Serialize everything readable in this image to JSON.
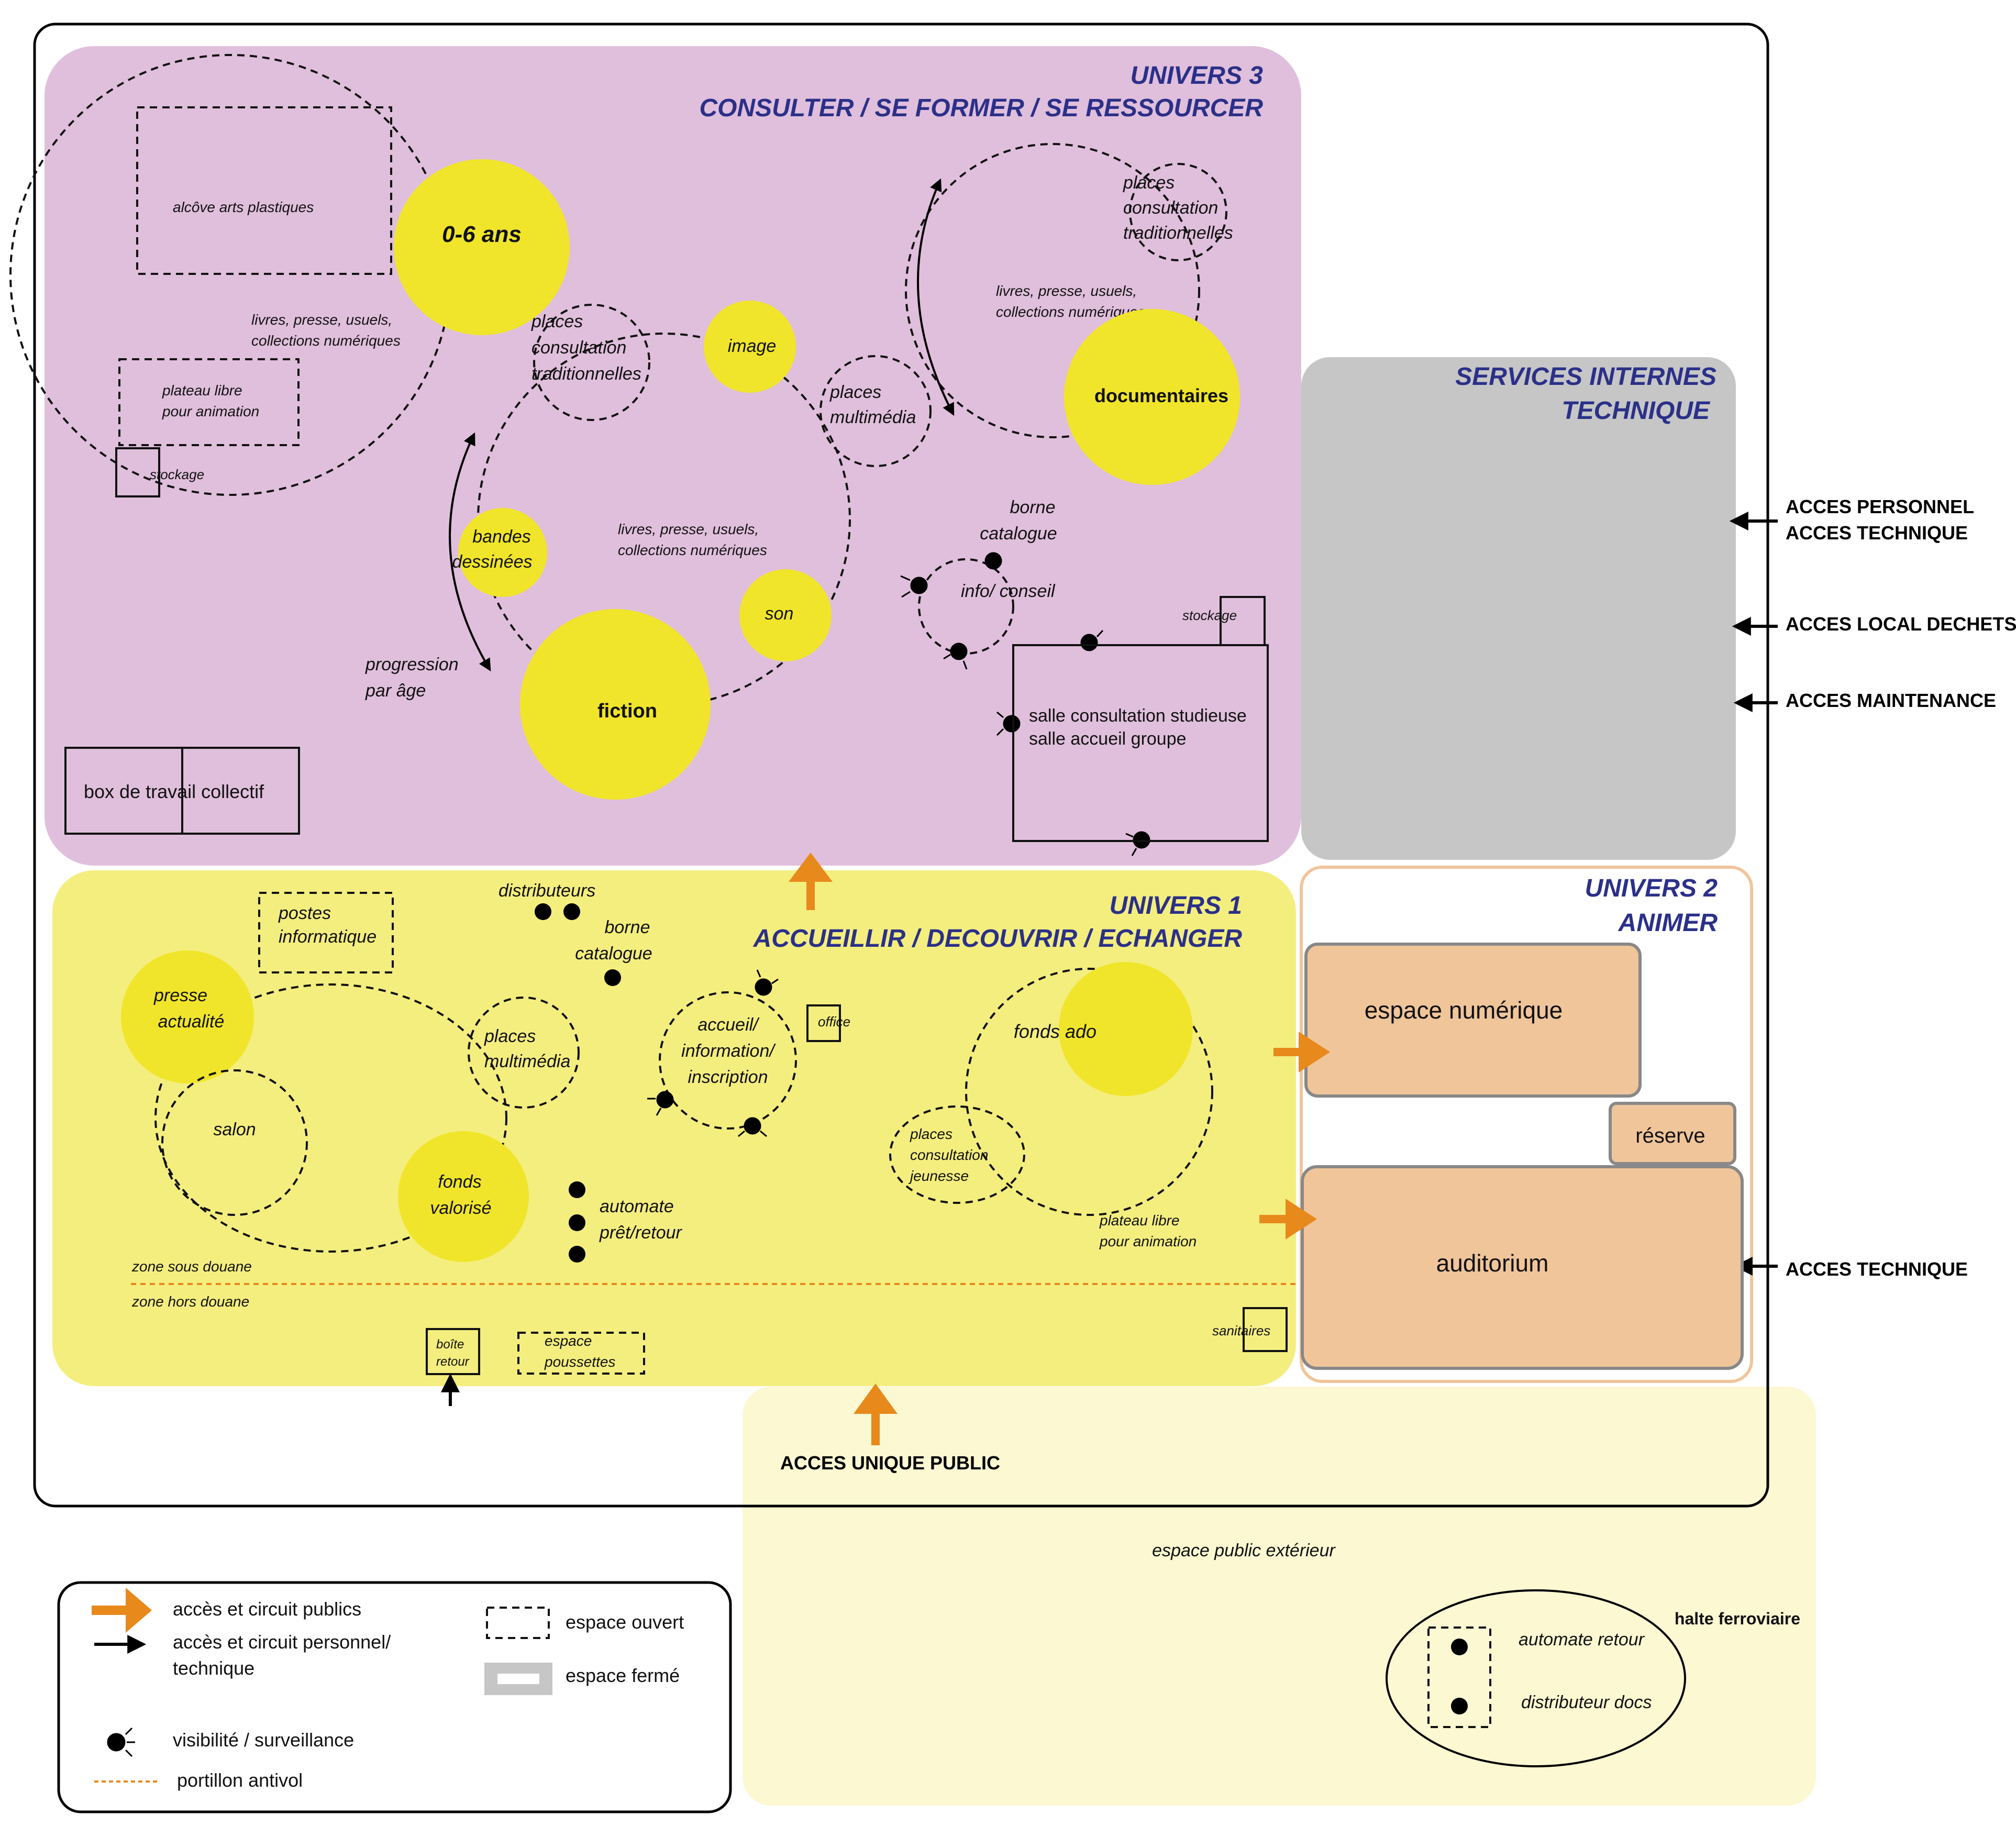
{
  "univers3": {
    "title_line1": "UNIVERS 3",
    "title_line2": "CONSULTER / SE FORMER / SE RESSOURCER",
    "alcove": "alcôve arts plastiques",
    "age_0_6": "0-6 ans",
    "collections_a": [
      "livres, presse, usuels,",
      "collections numériques"
    ],
    "plateau": [
      "plateau libre",
      "pour animation"
    ],
    "stockage_left": "stockage",
    "places_consult": [
      "places",
      "consultation",
      "traditionnelles"
    ],
    "image": "image",
    "places_multimedia": [
      "places",
      "multimédia"
    ],
    "places_consult_right": [
      "places",
      "consultation",
      "traditionnelles"
    ],
    "collections_b": [
      "livres, presse, usuels,",
      "collections numériques"
    ],
    "documentaires": "documentaires",
    "bandes": [
      "bandes",
      "dessinées"
    ],
    "collections_c": [
      "livres, presse, usuels,",
      "collections numériques"
    ],
    "son": "son",
    "fiction": "fiction",
    "progression": [
      "progression",
      "par âge"
    ],
    "borne": [
      "borne",
      "catalogue"
    ],
    "info_conseil": "info/ conseil",
    "stockage_right": "stockage",
    "salle": [
      "salle consultation studieuse",
      "salle accueil groupe"
    ],
    "box": "box de travail collectif"
  },
  "services": {
    "title_line1": "SERVICES INTERNES",
    "title_line2": "TECHNIQUE"
  },
  "acces": {
    "personnel": [
      "ACCES PERSONNEL",
      "ACCES TECHNIQUE"
    ],
    "dechets": "ACCES LOCAL DECHETS",
    "maintenance": "ACCES MAINTENANCE",
    "technique": "ACCES TECHNIQUE",
    "public": "ACCES UNIQUE PUBLIC"
  },
  "univers1": {
    "title_line1": "UNIVERS 1",
    "title_line2": "ACCUEILLIR / DECOUVRIR / ECHANGER",
    "postes": [
      "postes",
      "informatique"
    ],
    "distributeurs": "distributeurs",
    "borne": [
      "borne",
      "catalogue"
    ],
    "presse": [
      "presse",
      "actualité"
    ],
    "places_multimedia": [
      "places",
      "multimédia"
    ],
    "accueil": [
      "accueil/",
      "information/",
      "inscription"
    ],
    "office": "office",
    "fonds_ado": "fonds ado",
    "salon": "salon",
    "fonds_valorise": [
      "fonds",
      "valorisé"
    ],
    "automate": [
      "automate",
      "prêt/retour"
    ],
    "places_jeunesse": [
      "places",
      "consultation",
      "jeunesse"
    ],
    "plateau": [
      "plateau libre",
      "pour animation"
    ],
    "zone_sous": "zone sous douane",
    "zone_hors": "zone hors douane",
    "boite": [
      "boîte",
      "retour"
    ],
    "poussettes": [
      "espace",
      "poussettes"
    ],
    "sanitaires": "sanitaires"
  },
  "univers2": {
    "title_line1": "UNIVERS 2",
    "title_line2": "ANIMER",
    "numerique": "espace numérique",
    "reserve": "réserve",
    "auditorium": "auditorium"
  },
  "exterieur": {
    "espace": "espace public extérieur",
    "halte": "halte ferroviaire",
    "automate": "automate  retour",
    "distributeur": "distributeur docs"
  },
  "legend": {
    "public": "accès et circuit publics",
    "personnel": [
      "accès et circuit personnel/",
      "technique"
    ],
    "visibilite": "visibilité / surveillance",
    "portillon": "portillon antivol",
    "ouvert": "espace ouvert",
    "ferme": "espace fermé"
  },
  "colors": {
    "pink": "#e0bfdc",
    "yellow": "#f4ee7f",
    "circle": "#f0e52a",
    "grey": "#c6c6c6",
    "orange_fill": "#f0c59a",
    "orange": "#e8891c",
    "title_blue": "#2b3088",
    "outside": "#fbf8d2"
  }
}
